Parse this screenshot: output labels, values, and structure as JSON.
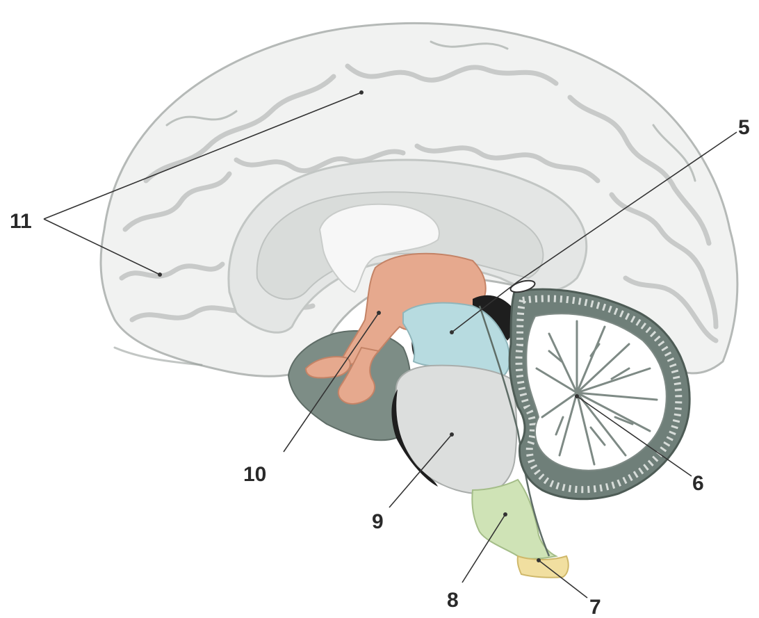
{
  "labels": {
    "l5": "5",
    "l6": "6",
    "l7": "7",
    "l8": "8",
    "l9": "9",
    "l10": "10",
    "l11": "11"
  },
  "colors": {
    "cortex": "#f1f2f1",
    "cortex_shadow": "#c9ccca",
    "callosum_region": "#d8dbd9",
    "thalamus": "#e6a98e",
    "midbrain": "#b7dbe0",
    "pons": "#dcdedd",
    "medulla": "#cfe3b6",
    "spinal_cord": "#f1dfa0",
    "cerebellum_dark": "#6f7f79",
    "hypothalamus_area": "#7d8d86"
  }
}
